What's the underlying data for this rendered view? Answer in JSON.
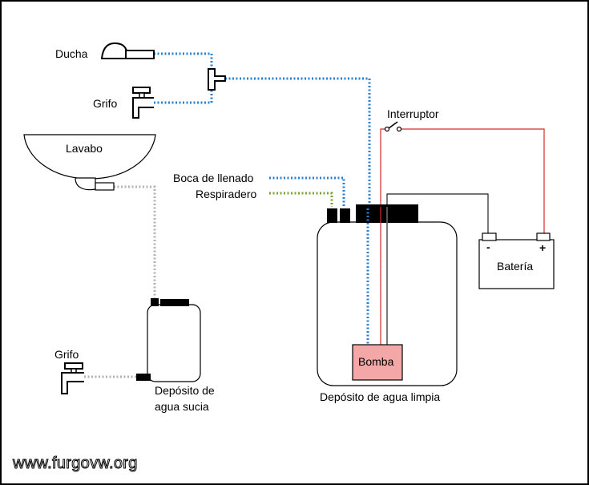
{
  "colors": {
    "clean_water_line": "#2a7fd0",
    "vent_line": "#7aa32b",
    "grey_water_line": "#b3b3b3",
    "power_positive": "#d62a2a",
    "power_negative": "#222222",
    "pump_fill": "#f4a7a7",
    "outline": "#000000"
  },
  "labels": {
    "shower": "Ducha",
    "tap_top": "Grifo",
    "sink": "Lavabo",
    "fill_inlet": "Boca de llenado",
    "vent": "Respiradero",
    "switch": "Interruptor",
    "battery": "Batería",
    "battery_negative": "-",
    "battery_positive": "+",
    "pump": "Bomba",
    "clean_tank": "Depósito de agua limpia",
    "grey_tank_line1": "Depósito de",
    "grey_tank_line2": "agua sucia",
    "tap_bottom": "Grifo",
    "watermark": "www.furgovw.org"
  }
}
